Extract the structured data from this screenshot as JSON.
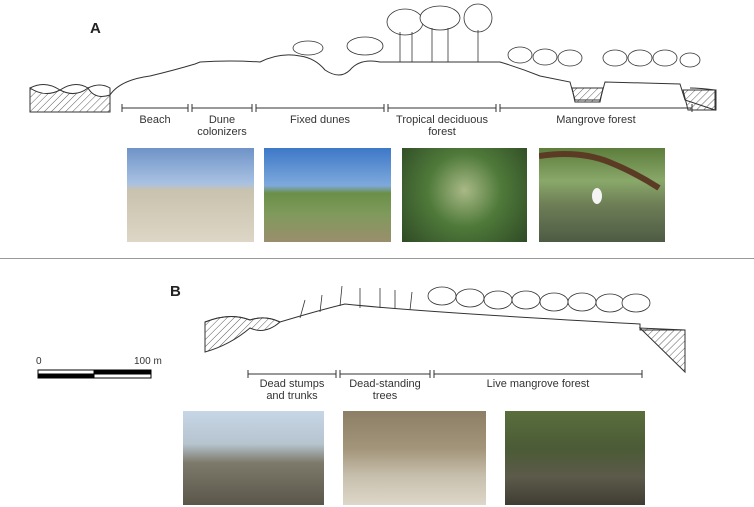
{
  "panel_a": {
    "letter": "A",
    "zones": [
      {
        "label": "Beach"
      },
      {
        "label": "Dune\ncolonizers"
      },
      {
        "label": "Fixed dunes"
      },
      {
        "label": "Tropical deciduous\nforest"
      },
      {
        "label": "Mangrove forest"
      }
    ]
  },
  "panel_b": {
    "letter": "B",
    "zones": [
      {
        "label": "Dead stumps\nand trunks"
      },
      {
        "label": "Dead-standing\ntrees"
      },
      {
        "label": "Live mangrove forest"
      }
    ]
  },
  "scale_bar": {
    "start": "0",
    "end": "100 m"
  },
  "colors": {
    "line": "#333333",
    "sky": "#8fb0d8",
    "sand": "#d9d2c3",
    "green": "#4f7a3a",
    "dark_green": "#2f4a25"
  }
}
